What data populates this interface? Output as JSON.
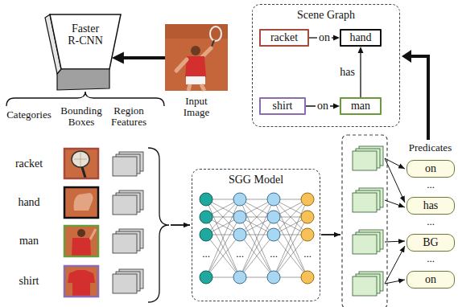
{
  "diagram": {
    "nodes": [
      {
        "text": [
          "Faster R-CNN"
        ]
      },
      {
        "text": [
          "Input Image"
        ]
      },
      {
        "text": [
          "Scene Graph"
        ]
      },
      {
        "text": [
          "racket"
        ],
        "in": 2
      },
      {
        "text": [
          "hand"
        ],
        "in": 2
      },
      {
        "text": [
          "shirt"
        ],
        "in": 2
      },
      {
        "text": [
          "man"
        ],
        "in": 2
      },
      {
        "text": [
          "SGG Model"
        ]
      },
      {
        "text": [
          "on"
        ]
      },
      {
        "text": [
          "has"
        ]
      },
      {
        "text": [
          "BG"
        ]
      },
      {
        "text": [
          "on"
        ]
      }
    ],
    "edges": [
      {
        "from": 1,
        "to": 0,
        "arrow": "to"
      },
      {
        "from": 3,
        "to": 4,
        "label": "on",
        "arrow": "to"
      },
      {
        "from": 5,
        "to": 6,
        "label": "on",
        "arrow": "to"
      },
      {
        "from": 6,
        "to": 4,
        "label": "has",
        "arrow": "to"
      }
    ],
    "labels": [
      "Categories",
      "Bounding Boxes",
      "Region Features",
      "racket",
      "hand",
      "man",
      "shirt",
      "Predicates",
      "...",
      "...",
      "...",
      "...",
      "...",
      "...",
      "..."
    ]
  }
}
